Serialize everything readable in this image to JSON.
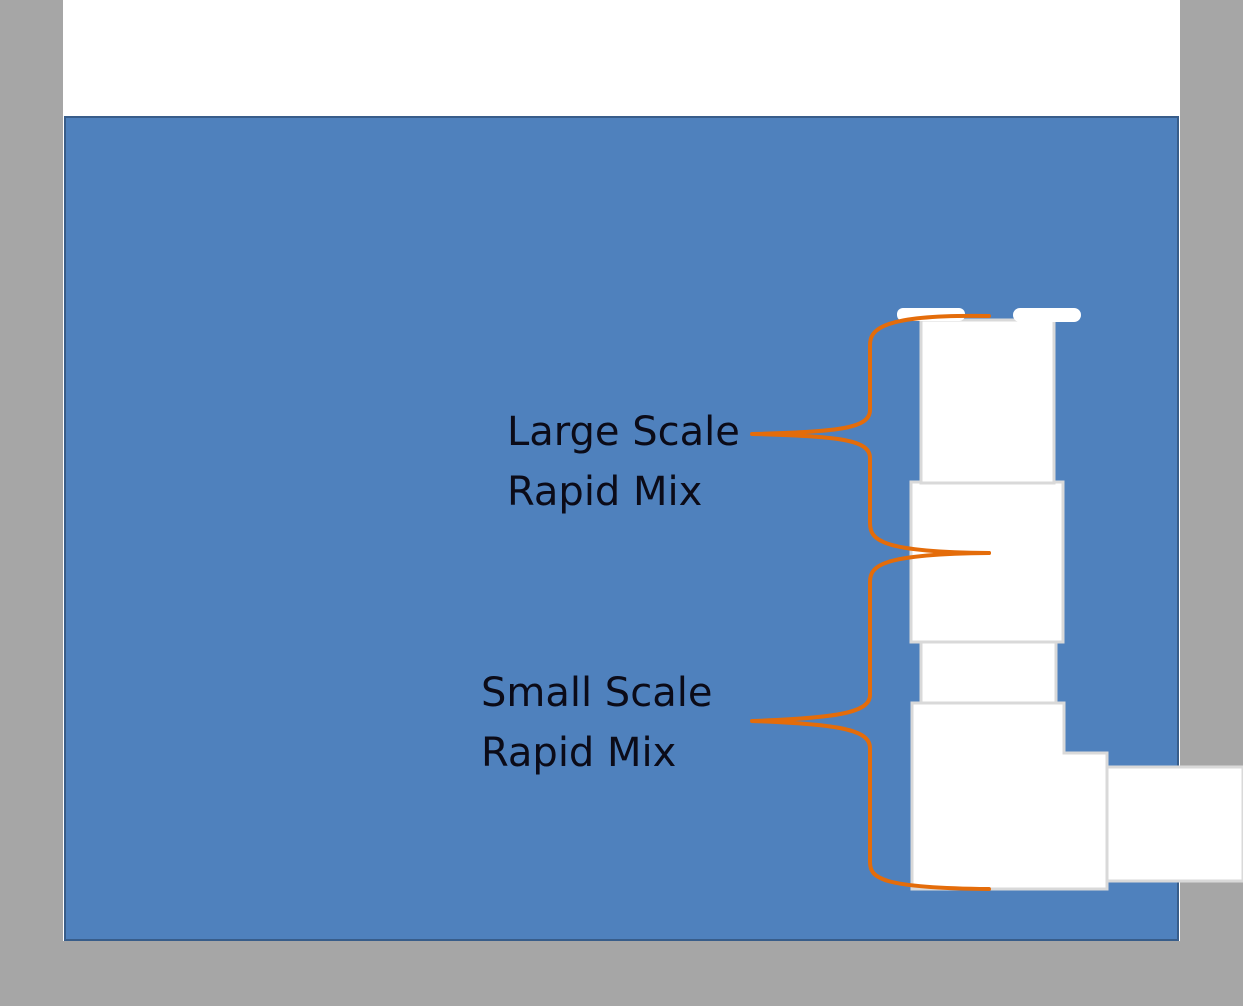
{
  "colors": {
    "wall": "#a6a6a6",
    "water": "#4f81bd",
    "water_edge": "#385d8a",
    "pipe": "#ffffff",
    "pipe_edge": "#d9d9d9",
    "brace": "#e46c0a",
    "text": "#0b0b18"
  },
  "labels": {
    "large_scale": {
      "line1": "Large Scale",
      "line2": "Rapid Mix"
    },
    "small_scale": {
      "line1": "Small Scale",
      "line2": "Rapid Mix"
    }
  }
}
